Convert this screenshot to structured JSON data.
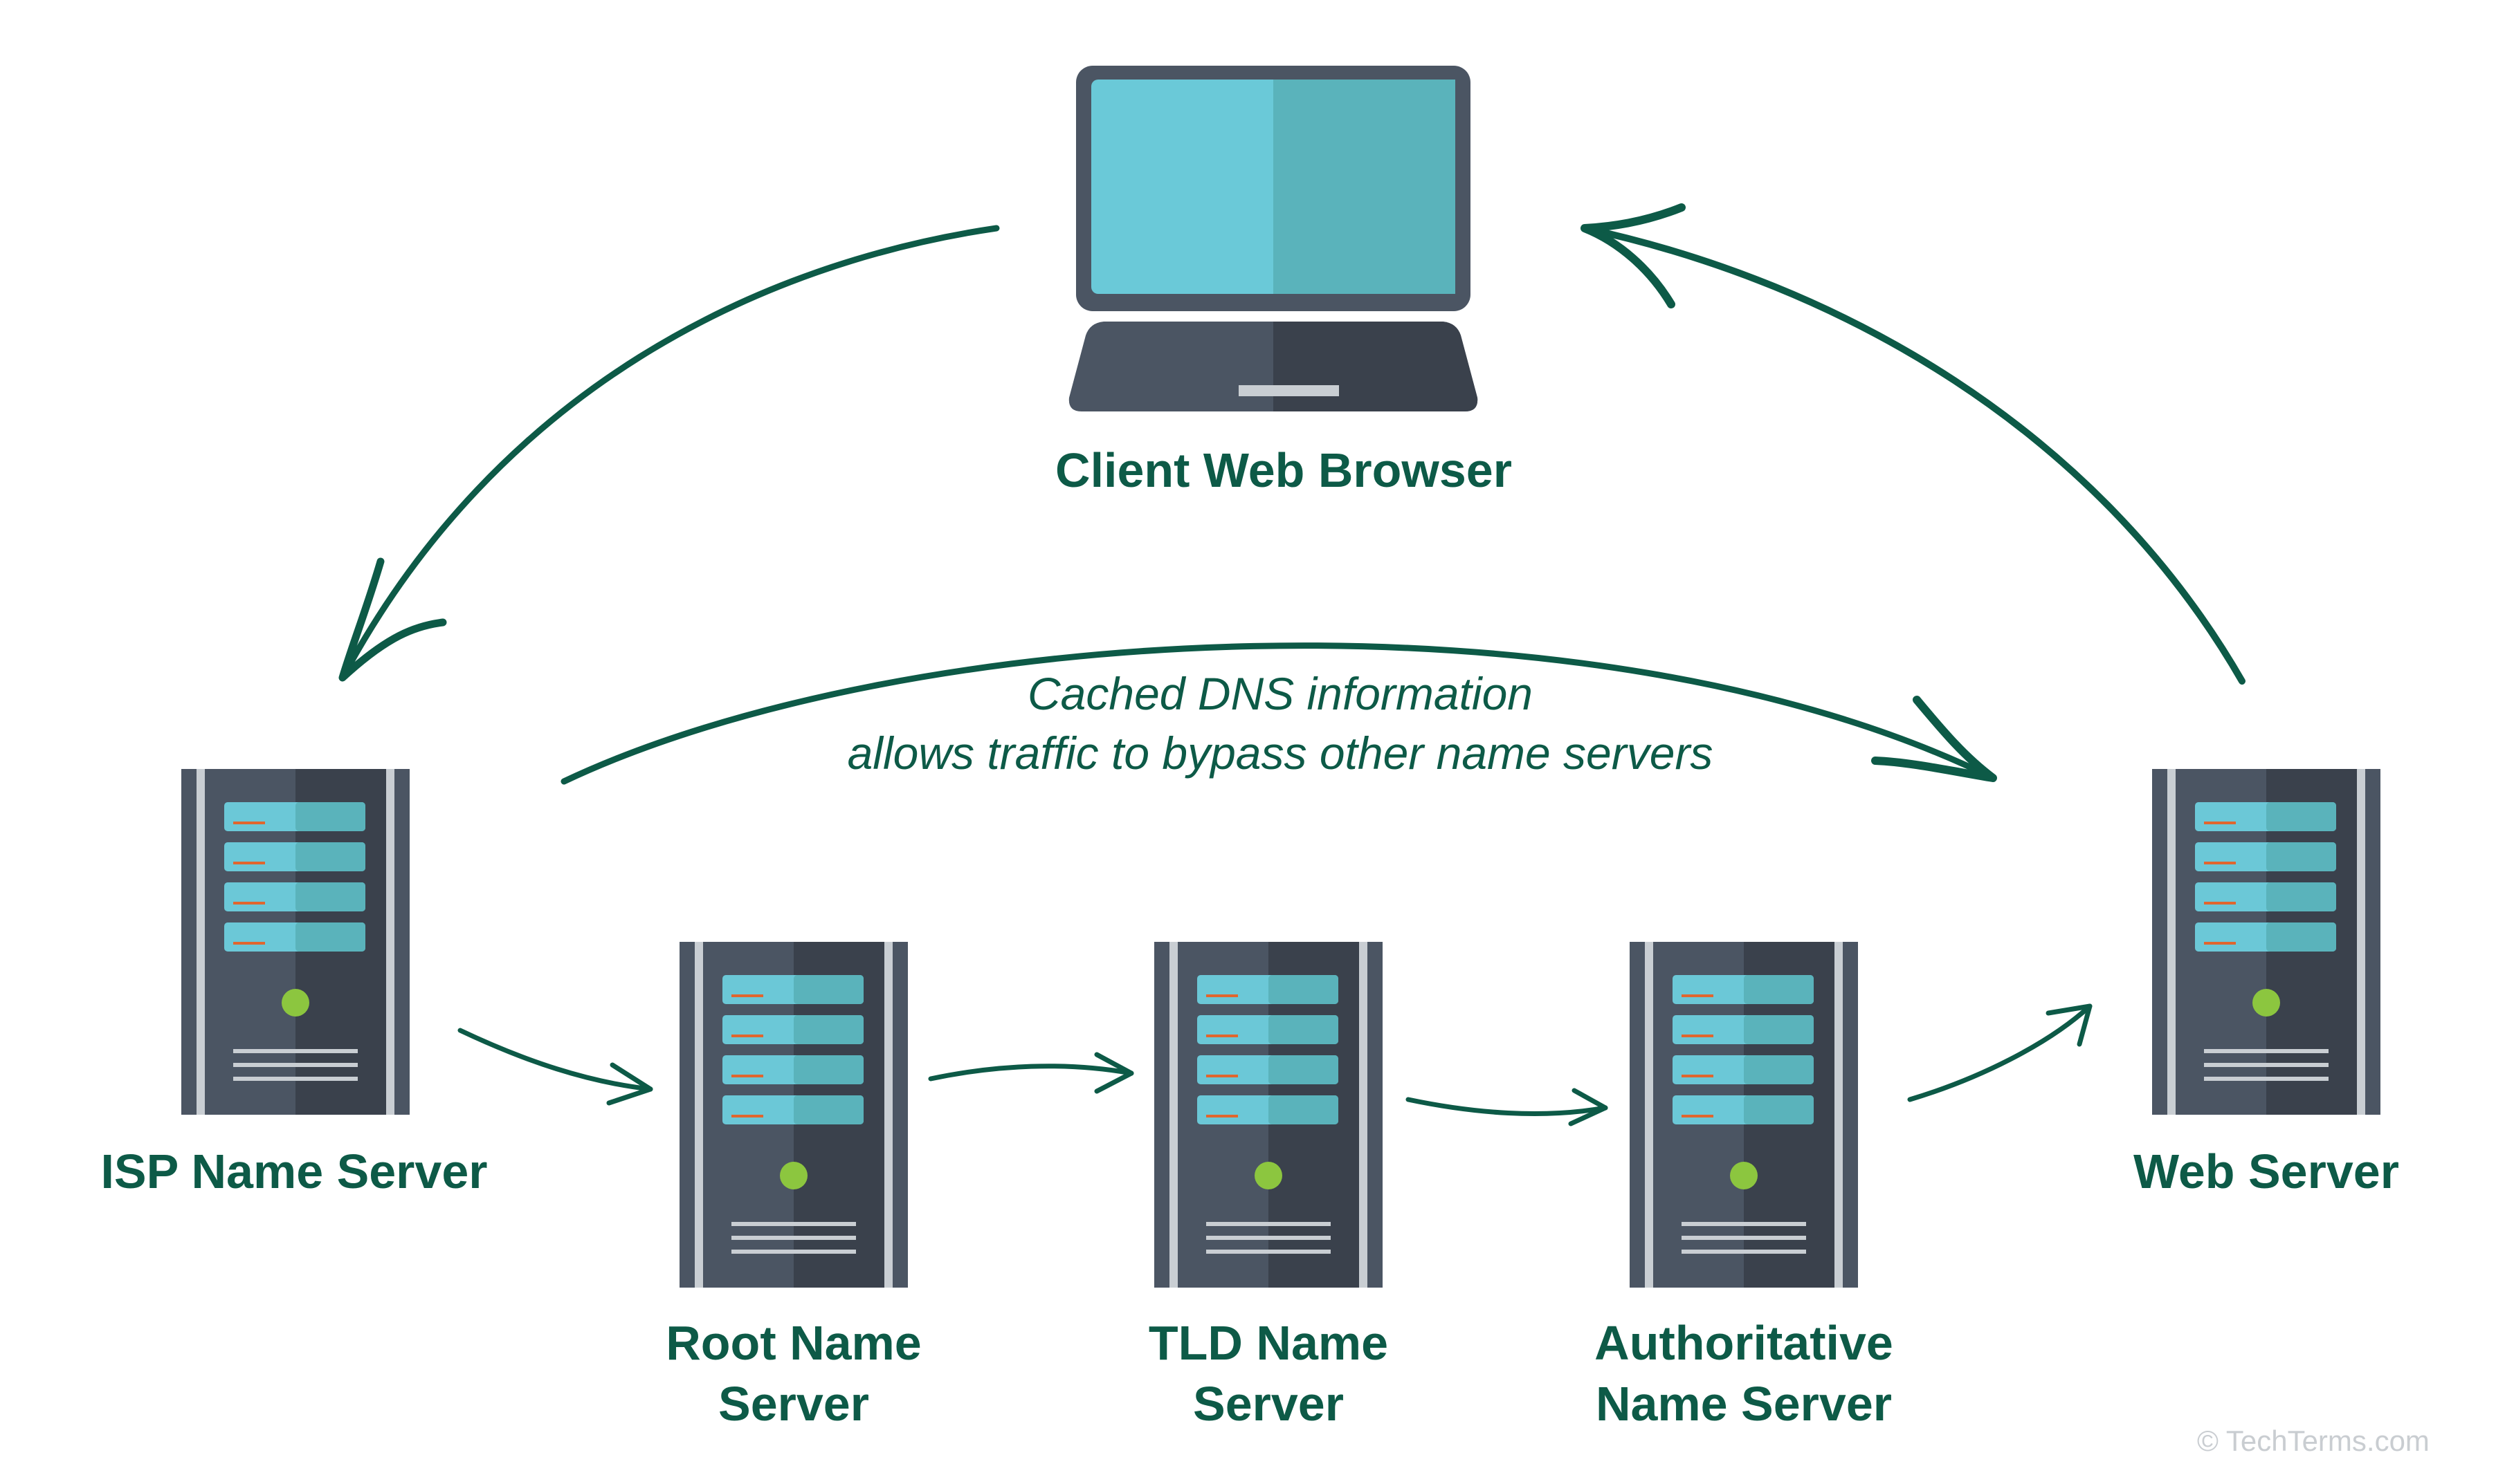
{
  "nodes": {
    "client": {
      "label": "Client Web Browser"
    },
    "isp": {
      "label": "ISP Name Server"
    },
    "root": {
      "line1": "Root Name",
      "line2": "Server"
    },
    "tld": {
      "line1": "TLD Name",
      "line2": "Server"
    },
    "authoritative": {
      "line1": "Authoritative",
      "line2": "Name Server"
    },
    "web": {
      "label": "Web Server"
    }
  },
  "cache_note": {
    "line1": "Cached DNS information",
    "line2": "allows traffic to bypass other name servers"
  },
  "watermark": "© TechTerms.com",
  "colors": {
    "arrow": "#0d5a47",
    "label": "#0d5a47",
    "server_body": "#4b5563",
    "server_shade": "#3a414c",
    "server_rail": "#c9ced3",
    "drive_bay": "#6bc8d7",
    "drive_bay_shade": "#5ab3bb",
    "drive_led": "#e0662e",
    "power_led": "#8cc63f",
    "monitor_screen": "#6ac9d8",
    "monitor_screen_shade": "#5ab3bb",
    "laptop_body": "#4b5563"
  },
  "icons": {
    "client": "laptop-icon",
    "servers": "server-tower-icon"
  }
}
